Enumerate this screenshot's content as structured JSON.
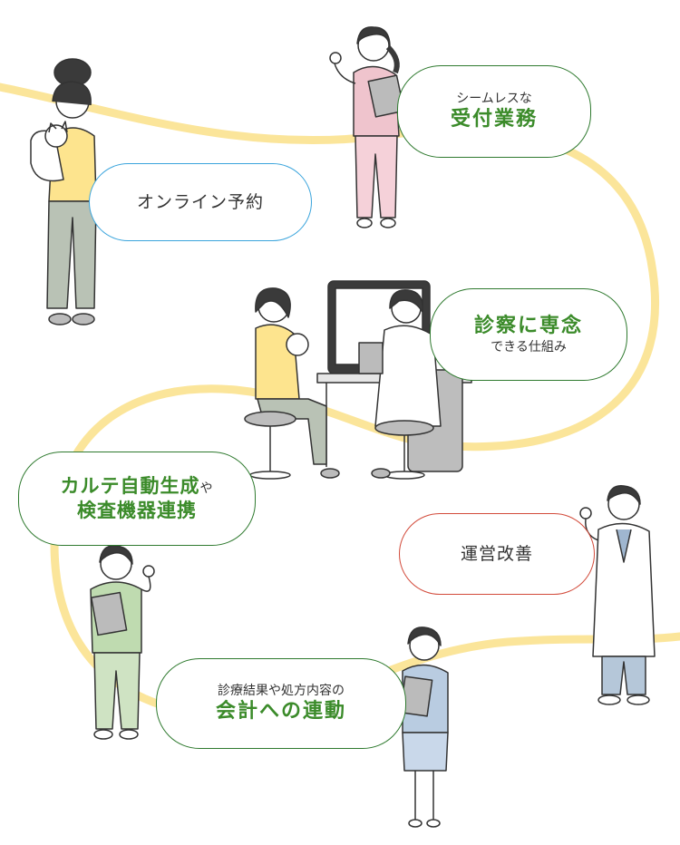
{
  "labels": {
    "reception_small": "シームレスな",
    "reception_large": "受付業務",
    "online_booking": "オンライン予約",
    "exam_large": "診察に専念",
    "exam_small": "できる仕組み",
    "karte_line1": "カルテ自動生成",
    "karte_ya": "や",
    "karte_line2": "検査機器連携",
    "management": "運営改善",
    "billing_small": "診療結果や処方内容の",
    "billing_large": "会計への連動"
  },
  "colors": {
    "path_yellow": "#fbe59a",
    "accent_green": "#3b8b2a",
    "border_green": "#2f7a2f",
    "border_blue": "#3aa4dc",
    "border_red": "#d24a3a"
  }
}
